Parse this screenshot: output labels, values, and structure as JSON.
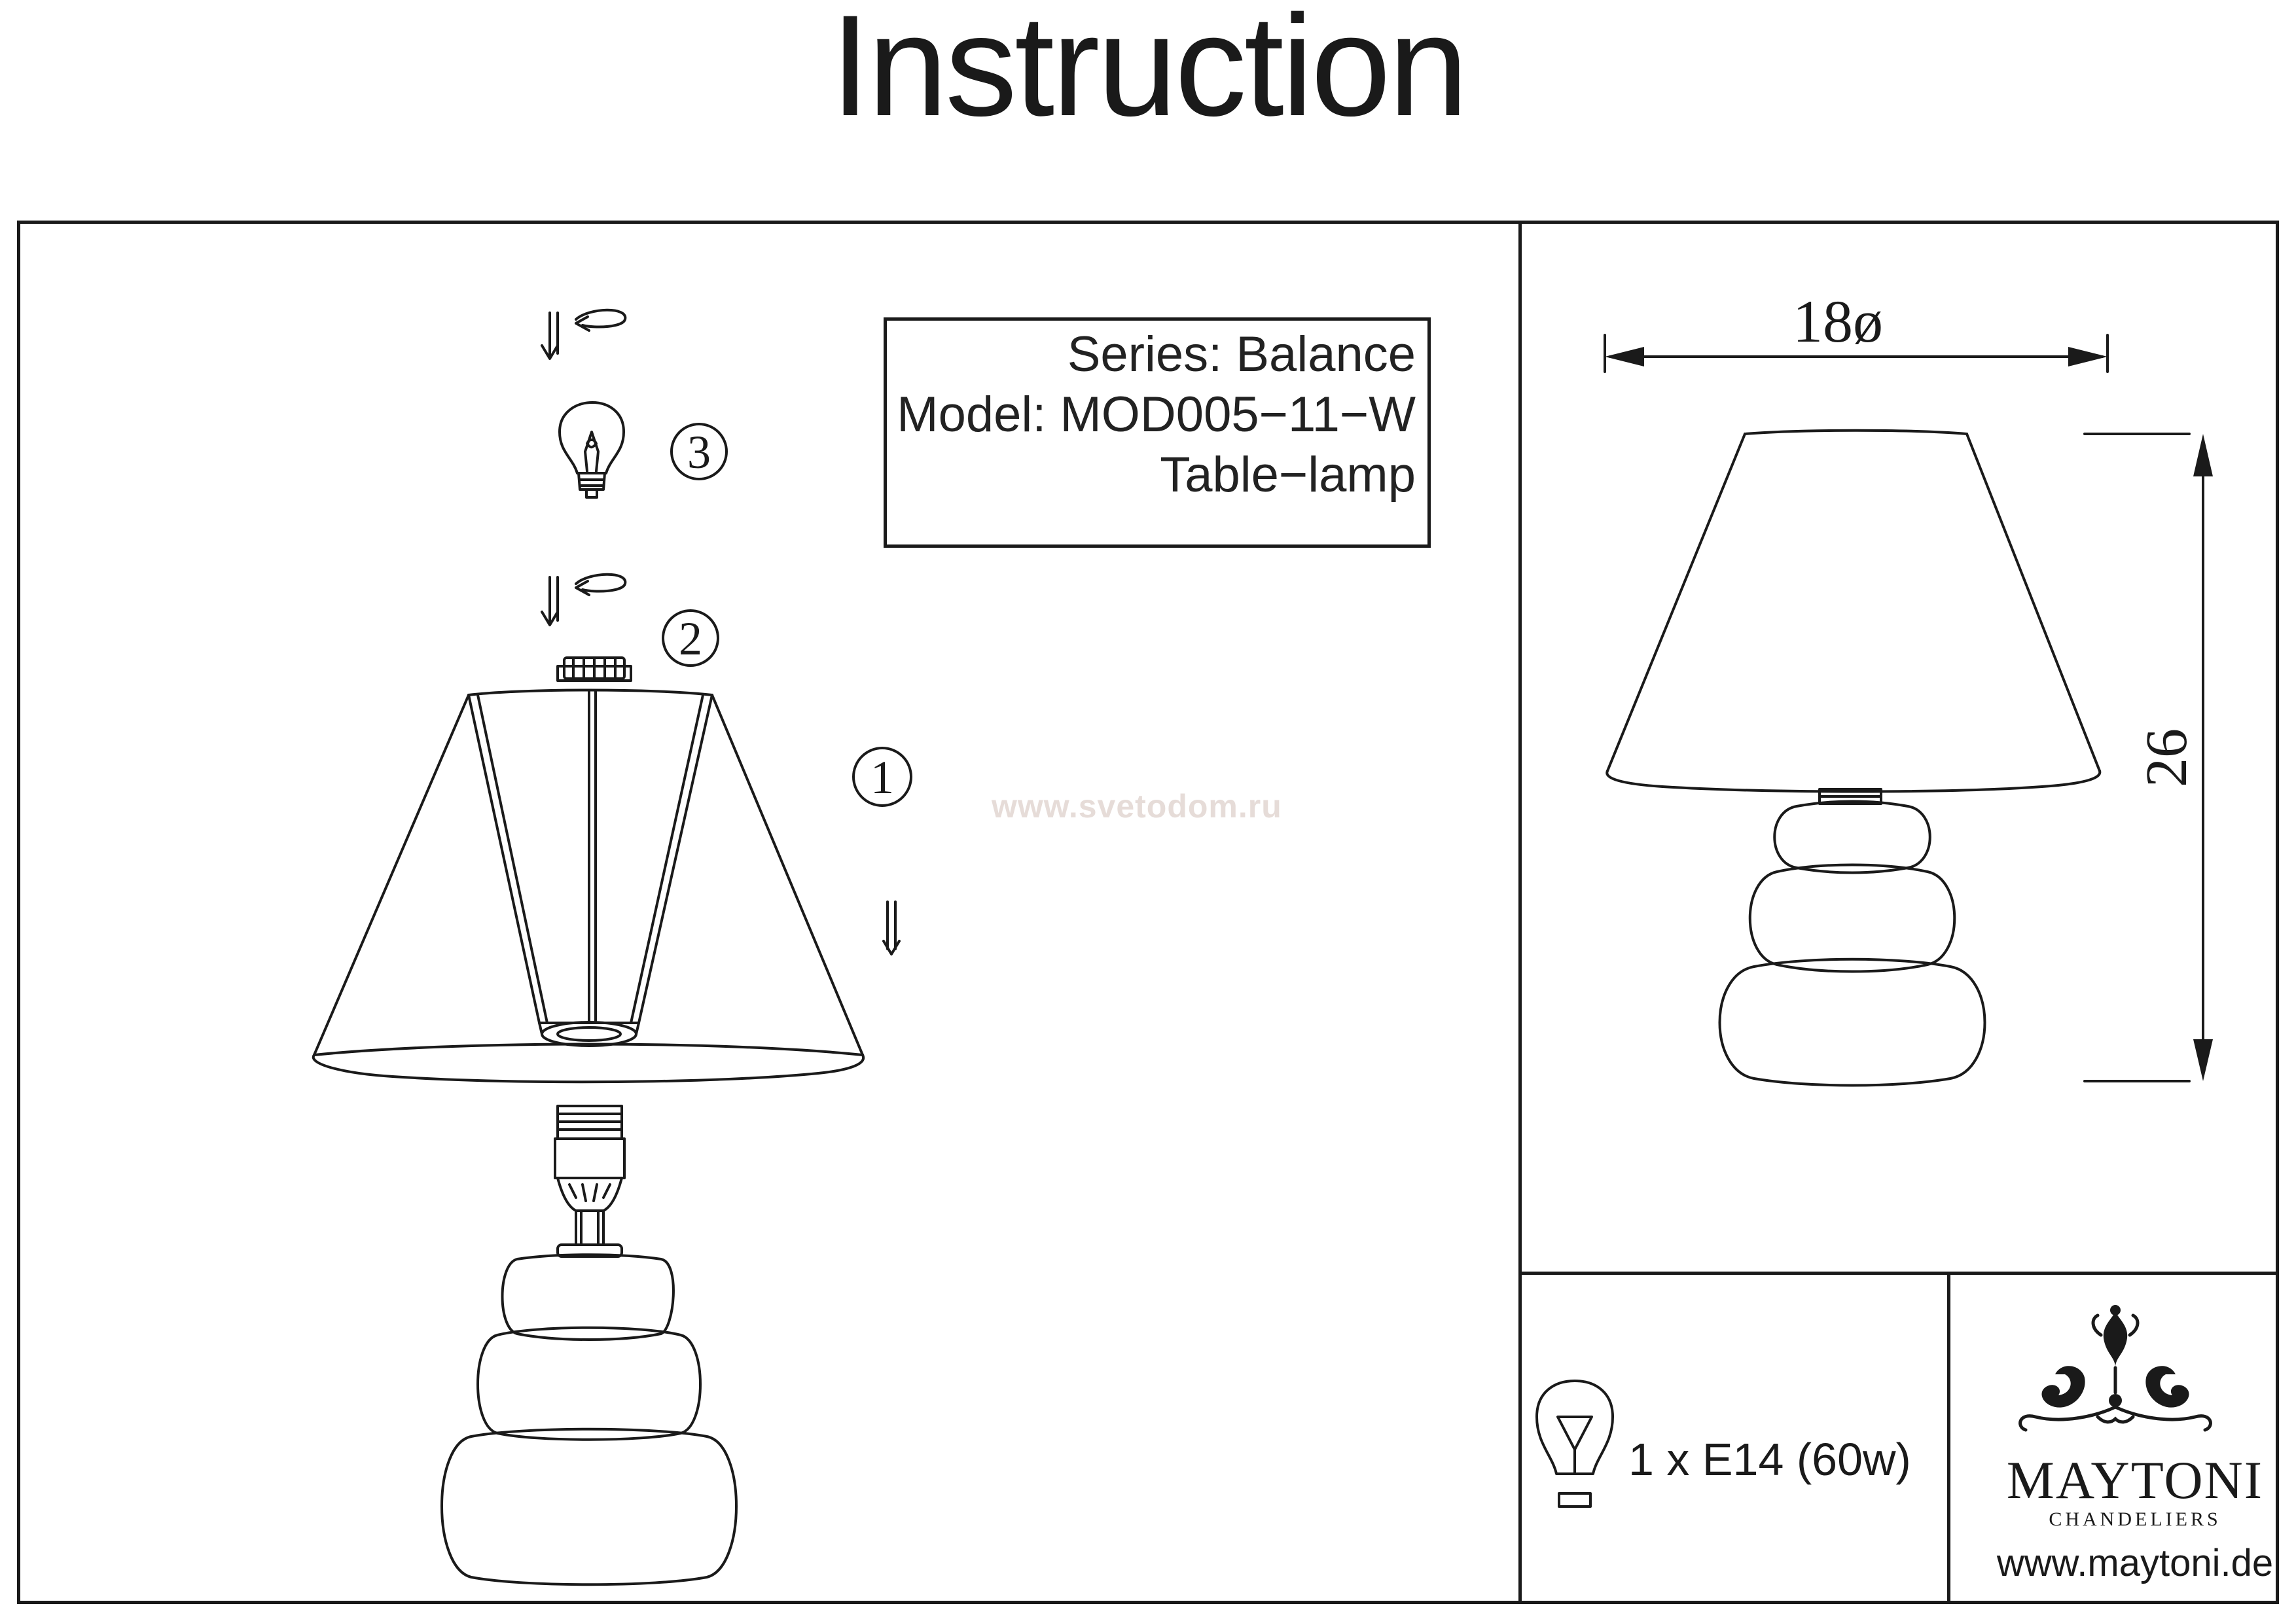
{
  "title": "Instruction",
  "info": {
    "series": "Series: Balance",
    "model": "Model: MOD005−11−W",
    "type": "Table−lamp"
  },
  "watermark": "www.svetodom.ru",
  "steps": [
    "1",
    "2",
    "3"
  ],
  "dimensions": {
    "diameter": "18ø",
    "height": "26"
  },
  "bulb": {
    "spec": "1 x E14 (60w)",
    "icon": "light-bulb-icon"
  },
  "brand": {
    "name": "MAYTONI",
    "subtitle": "CHANDELIERS",
    "url": "www.maytoni.de",
    "logo_icon": "maytoni-fleur-logo-icon"
  },
  "icons": [
    "rotate-arrow-icon",
    "down-arrow-icon",
    "light-bulb-icon",
    "step-number-icon"
  ]
}
